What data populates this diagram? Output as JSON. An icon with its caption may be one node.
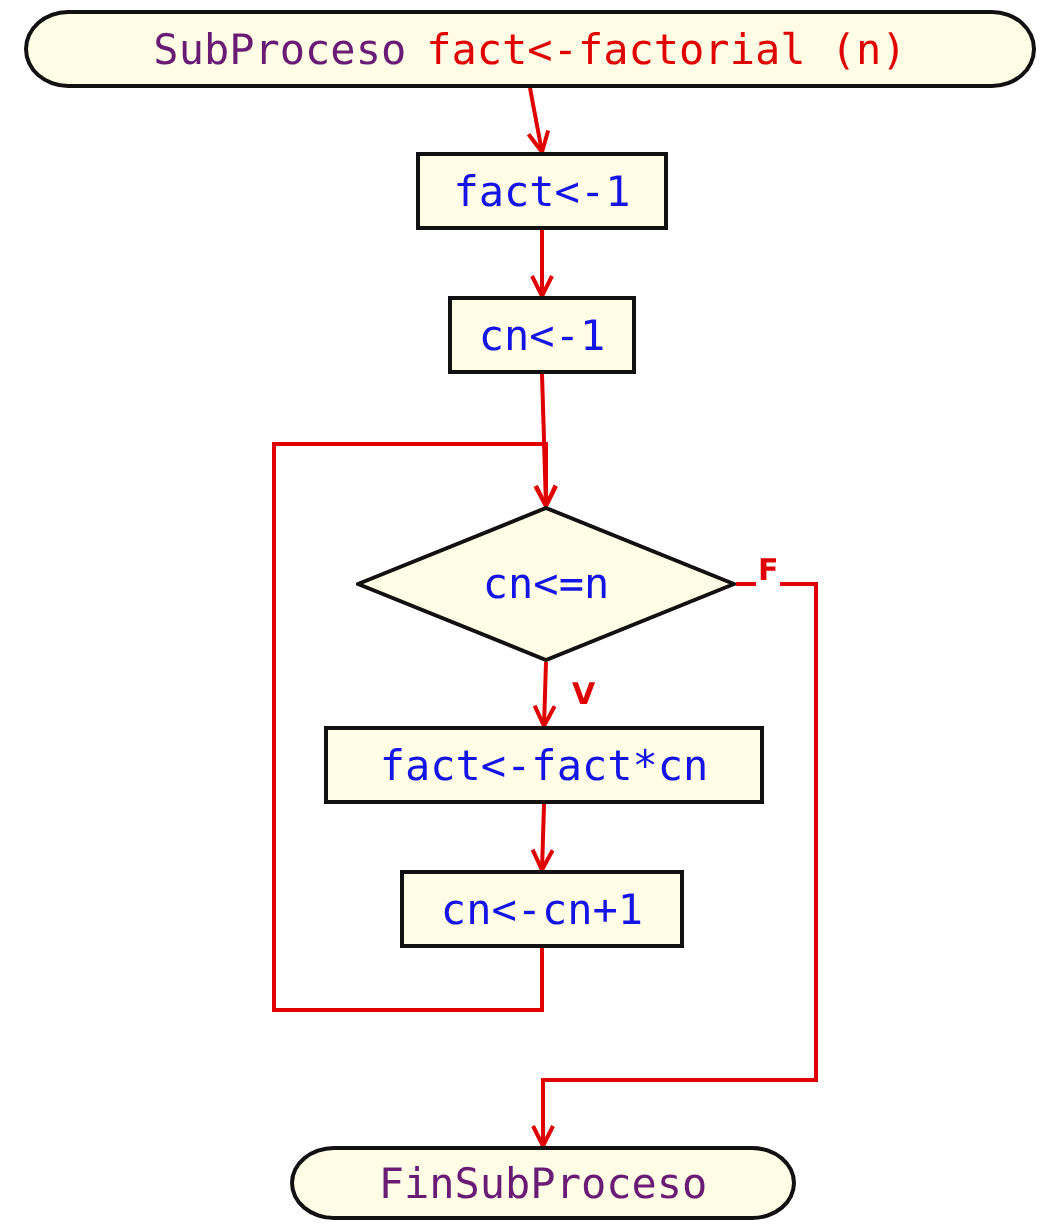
{
  "diagram": {
    "nodes": [
      {
        "text": [
          "SubProceso",
          "fact<-factorial (n)"
        ]
      },
      {
        "text": [
          "fact<-1"
        ]
      },
      {
        "text": [
          "cn<-1"
        ]
      },
      {
        "text": [
          "cn<=n"
        ]
      },
      {
        "text": [
          "fact<-fact*cn"
        ]
      },
      {
        "text": [
          "cn<-cn+1"
        ]
      },
      {
        "text": [
          "FinSubProceso"
        ]
      }
    ],
    "edges": [
      {
        "from": 0,
        "to": 1,
        "arrow": "to"
      },
      {
        "from": 1,
        "to": 2,
        "arrow": "to"
      },
      {
        "from": 2,
        "to": 3,
        "arrow": "to"
      },
      {
        "from": 3,
        "to": 4,
        "arrow": "to",
        "label": "V"
      },
      {
        "from": 4,
        "to": 5,
        "arrow": "to"
      },
      {
        "from": 5,
        "to": 3,
        "arrow": "to"
      },
      {
        "from": 3,
        "to": 6,
        "arrow": "to",
        "label": "F"
      }
    ]
  }
}
